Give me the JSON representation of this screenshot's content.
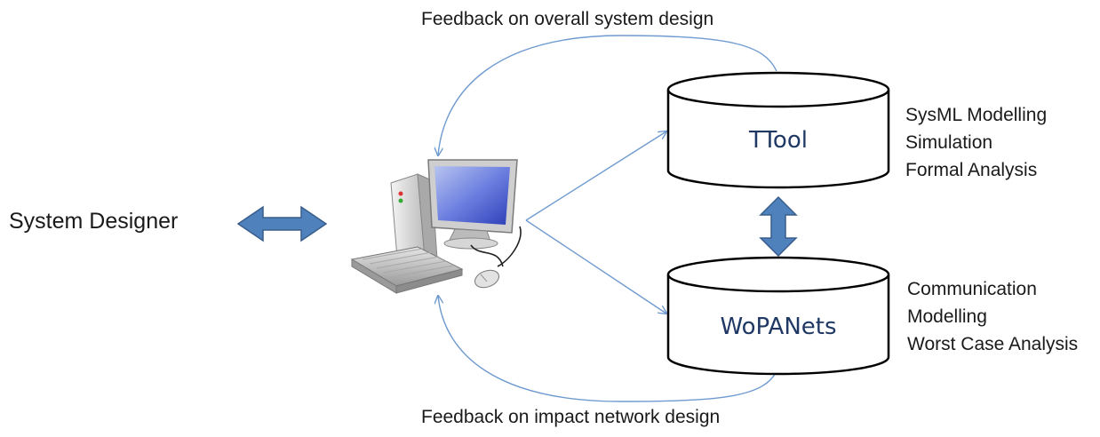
{
  "feedback": {
    "top": "Feedback on overall system design",
    "bottom": "Feedback on impact network design"
  },
  "actor": {
    "label": "System Designer"
  },
  "tools": [
    {
      "name": "TTool",
      "capabilities": [
        "SysML Modelling",
        "Simulation",
        "Formal Analysis"
      ]
    },
    {
      "name": "WoPANets",
      "capabilities": [
        "Communication",
        "Modelling",
        "Worst Case Analysis"
      ]
    }
  ],
  "colors": {
    "arrow_fill": "#4f81bd",
    "arrow_stroke": "#385d8a",
    "line": "#6f9bd0",
    "cylinder_stroke": "#000000",
    "text_dark": "#1f3864"
  },
  "icons": [
    "computer-icon",
    "double-arrow-icon"
  ]
}
